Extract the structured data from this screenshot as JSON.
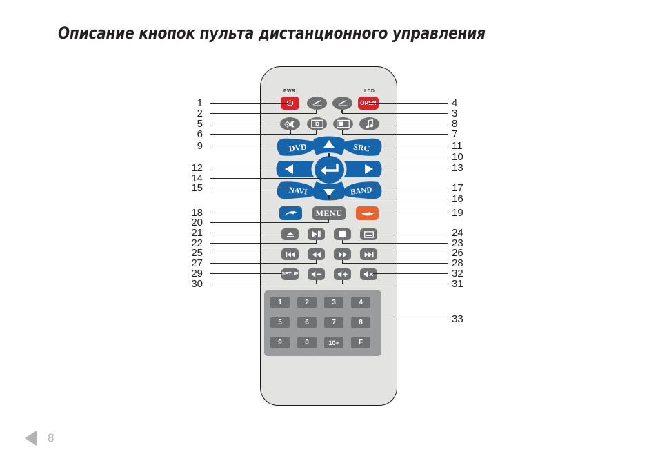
{
  "page": {
    "title": "Описание кнопок пульта дистанционного управления",
    "number": "8",
    "nav_prev_icon": "triangle-left-icon"
  },
  "remote": {
    "printed_labels": [
      {
        "text": "PWR",
        "name": "pwr-print-label"
      },
      {
        "text": "LCD",
        "name": "lcd-print-label"
      }
    ],
    "row_power": [
      {
        "label": "",
        "icon": "power-icon",
        "name": "power-button",
        "color": "#d8232a"
      },
      {
        "label": "",
        "icon": "tilt-up-icon",
        "name": "tilt-up-button",
        "color": "#6f7072"
      },
      {
        "label": "",
        "icon": "tilt-down-icon",
        "name": "tilt-down-button",
        "color": "#6f7072"
      },
      {
        "label": "OPEN",
        "icon": "open-icon",
        "name": "open-button",
        "color": "#d8232a"
      }
    ],
    "row_display": [
      {
        "label": "",
        "icon": "brightness-contrast-icon",
        "name": "brightness-contrast-button"
      },
      {
        "label": "",
        "icon": "brightness-icon",
        "name": "brightness-button"
      },
      {
        "label": "",
        "icon": "display-mode-icon",
        "name": "display-mode-button"
      },
      {
        "label": "",
        "icon": "music-note-icon",
        "name": "music-button"
      }
    ],
    "nav_cluster": {
      "dvd": "DVD",
      "src": "SRC",
      "navi": "NAVI",
      "band": "BAND",
      "up": "arrow-up-icon",
      "down": "arrow-down-icon",
      "left": "arrow-left-icon",
      "right": "arrow-right-icon",
      "enter": "enter-icon"
    },
    "row_call": [
      {
        "label": "",
        "icon": "call-answer-icon",
        "name": "call-answer-button",
        "color": "#1565ac"
      },
      {
        "label": "MENU",
        "icon": "",
        "name": "menu-button",
        "color": "#6f7072"
      },
      {
        "label": "",
        "icon": "call-end-icon",
        "name": "call-end-button",
        "color": "#e8622a"
      }
    ],
    "row_media1": [
      {
        "icon": "eject-icon",
        "name": "eject-button"
      },
      {
        "icon": "play-pause-icon",
        "name": "play-pause-button"
      },
      {
        "icon": "stop-icon",
        "name": "stop-button"
      },
      {
        "icon": "subtitle-icon",
        "name": "subtitle-button"
      }
    ],
    "row_media2": [
      {
        "icon": "previous-track-icon",
        "name": "previous-track-button"
      },
      {
        "icon": "rewind-icon",
        "name": "rewind-button"
      },
      {
        "icon": "fast-forward-icon",
        "name": "fast-forward-button"
      },
      {
        "icon": "next-track-icon",
        "name": "next-track-button"
      }
    ],
    "row_media3": [
      {
        "label": "SETUP",
        "icon": "",
        "name": "setup-button"
      },
      {
        "label": "",
        "icon": "volume-down-icon",
        "name": "volume-down-button"
      },
      {
        "label": "",
        "icon": "volume-up-icon",
        "name": "volume-up-button"
      },
      {
        "label": "",
        "icon": "mute-icon",
        "name": "mute-button"
      }
    ],
    "keypad": {
      "rows": [
        [
          "1",
          "2",
          "3",
          "4"
        ],
        [
          "5",
          "6",
          "7",
          "8"
        ],
        [
          "9",
          "0",
          "10+",
          "F"
        ]
      ]
    }
  },
  "callouts": {
    "left": [
      "1",
      "2",
      "5",
      "6",
      "9",
      "12",
      "14",
      "15",
      "18",
      "20",
      "21",
      "22",
      "25",
      "27",
      "29",
      "30"
    ],
    "right": [
      "4",
      "3",
      "8",
      "7",
      "11",
      "10",
      "13",
      "17",
      "16",
      "19",
      "24",
      "23",
      "26",
      "28",
      "32",
      "31",
      "33"
    ]
  },
  "colors": {
    "red": "#d8232a",
    "blue": "#1565ac",
    "orange": "#e8622a",
    "gray": "#6f7072",
    "body": "#e3e3e2",
    "keypad_panel": "#9a9b9d",
    "footer": "#b3b3b3"
  }
}
